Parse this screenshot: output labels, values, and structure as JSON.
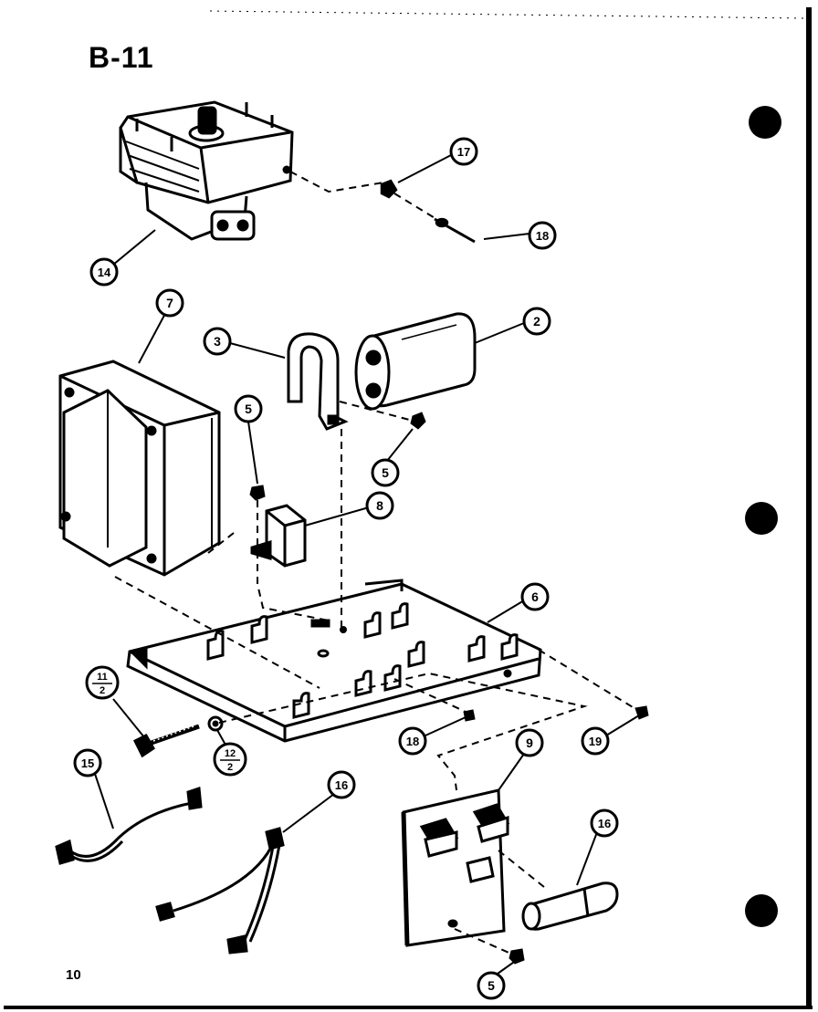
{
  "title": "B-11",
  "page_number": "10",
  "callouts": {
    "c17": "17",
    "c18a": "18",
    "c14": "14",
    "c7": "7",
    "c3": "3",
    "c2": "2",
    "c5a": "5",
    "c5b": "5",
    "c8": "8",
    "c6": "6",
    "c11_top": "11",
    "c11_bot": "2",
    "c12_top": "12",
    "c12_bot": "2",
    "c18b": "18",
    "c19": "19",
    "c9": "9",
    "c15": "15",
    "c16a": "16",
    "c16b": "16",
    "c5c": "5"
  }
}
